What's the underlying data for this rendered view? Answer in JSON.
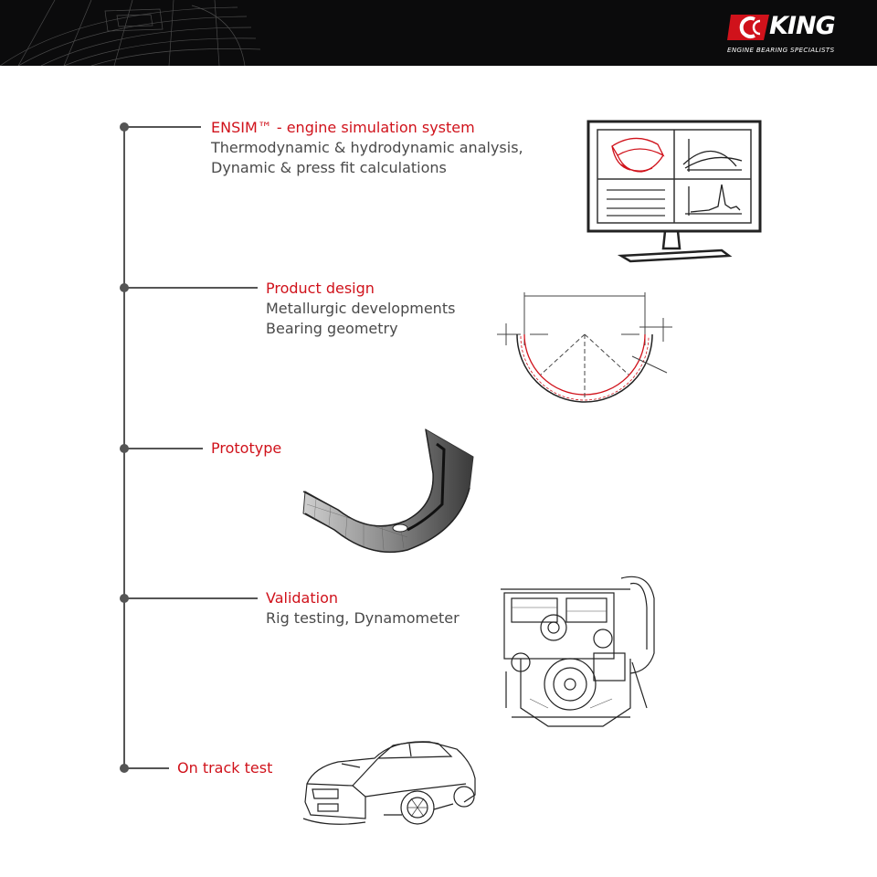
{
  "brand": {
    "name": "KING",
    "tagline": "ENGINE BEARING SPECIALISTS",
    "colors": {
      "accent": "#d0121b",
      "header": "#0b0b0c",
      "line": "#555555"
    }
  },
  "steps": [
    {
      "title": "ENSIM™ - engine simulation system",
      "lines": [
        "Thermodynamic & hydrodynamic analysis,",
        "Dynamic & press fit calculations"
      ],
      "icon": "monitor-simulation-icon"
    },
    {
      "title": "Product design",
      "lines": [
        "Metallurgic developments",
        "Bearing geometry"
      ],
      "icon": "bearing-geometry-drawing-icon"
    },
    {
      "title": "Prototype",
      "lines": [],
      "icon": "bearing-shell-icon"
    },
    {
      "title": "Validation",
      "lines": [
        "Rig testing, Dynamometer"
      ],
      "icon": "engine-icon"
    },
    {
      "title": "On track test",
      "lines": [],
      "icon": "car-icon"
    }
  ]
}
